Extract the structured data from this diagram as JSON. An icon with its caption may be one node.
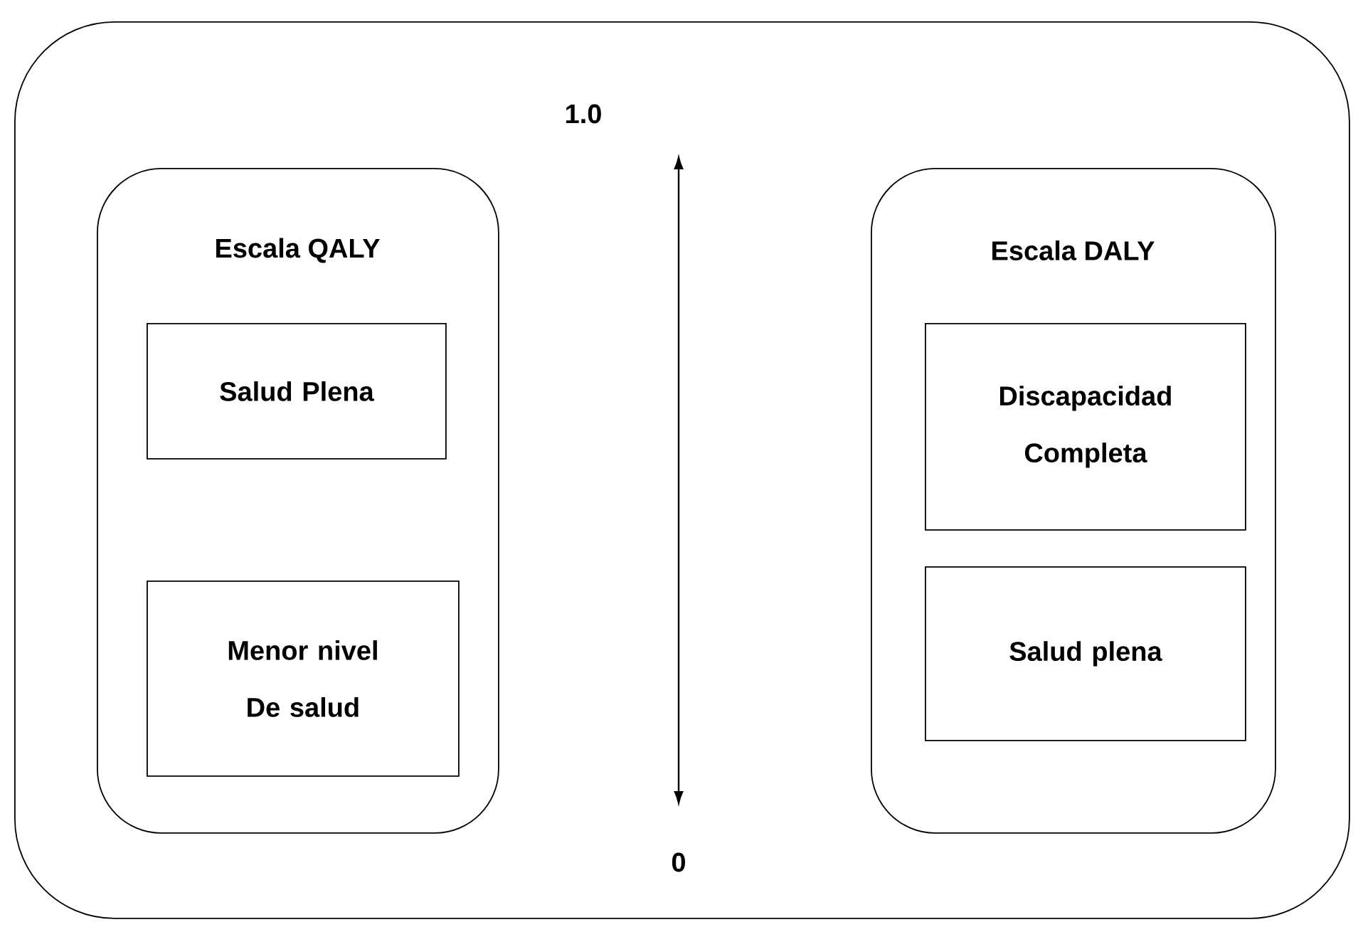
{
  "diagram": {
    "nodes": [
      {
        "text": [],
        "shape": "box"
      },
      {
        "text": [
          "Escala QALY"
        ],
        "in": 0
      },
      {
        "text": [
          "Salud Plena"
        ],
        "in": 1
      },
      {
        "text": [
          "Menor nivel De salud"
        ],
        "in": 1
      },
      {
        "text": [
          "Escala DALY"
        ],
        "in": 0
      },
      {
        "text": [
          "Discapacidad Completa"
        ],
        "in": 4
      },
      {
        "text": [
          "Salud plena"
        ],
        "in": 4
      }
    ],
    "labels": [
      "1.0",
      "0"
    ]
  }
}
